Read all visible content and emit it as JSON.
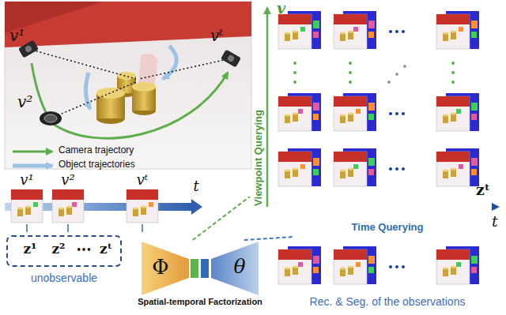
{
  "diagram": {
    "nodes": [
      {
        "text": [
          "v¹",
          "v²",
          "vᵗ",
          "t"
        ]
      },
      {
        "text": [
          "z¹",
          "z²",
          "•••",
          "zᵗ",
          "unobservable"
        ]
      },
      {
        "text": [
          "Φ",
          "θ",
          "Spatial-temporal Factorization"
        ]
      },
      {
        "text": [
          "v",
          "Viewpoint Querying",
          "zᵗ",
          "Time Querying",
          "t"
        ]
      },
      {
        "text": [
          "Rec. & Seg. of the observations"
        ]
      }
    ],
    "edges": [
      {
        "from": 2,
        "to": 3,
        "arrow": "none"
      },
      {
        "from": 2,
        "to": 3,
        "arrow": "none"
      }
    ],
    "labels": [
      "v¹",
      "v²",
      "vᵗ"
    ],
    "legend": [
      {
        "text": "Camera trajectory"
      },
      {
        "text": "Object trajectories"
      }
    ]
  }
}
